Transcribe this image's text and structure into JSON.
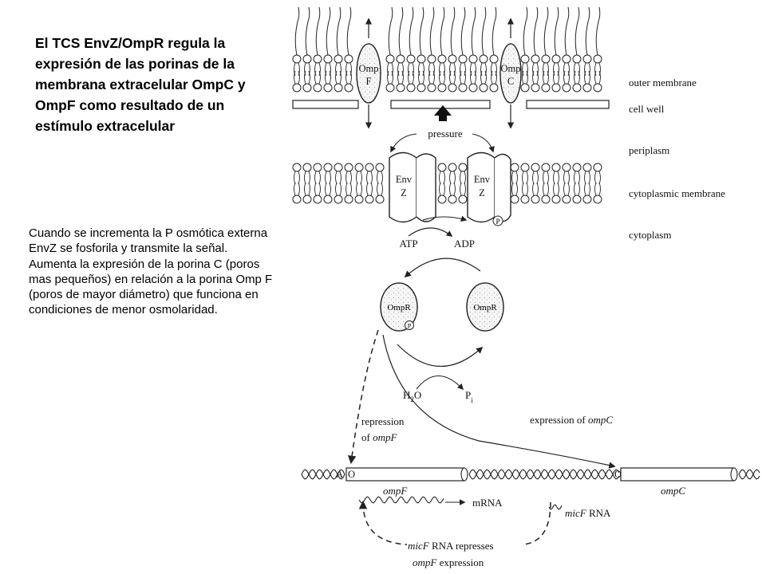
{
  "slide": {
    "title": "El TCS EnvZ/OmpR regula la expresión de las porinas de la membrana extracelular OmpC y OmpF como resultado de un estímulo extracelular",
    "body": "Cuando se incrementa la P osmótica externa EnvZ se fosforila y transmite la señal. Aumenta la expresión de la porina C (poros mas pequeños) en relación a la porina Omp F (poros de mayor diámetro) que funciona en condiciones de menor osmolaridad."
  },
  "diagram": {
    "layers": {
      "outer": "outer membrane",
      "wall": "cell well",
      "periplasm": "periplasm",
      "cytomem": "cytoplasmic membrane",
      "cytoplasm": "cytoplasm"
    },
    "porin_f": {
      "line1": "Omp",
      "line2": "F"
    },
    "porin_c": {
      "line1": "Omp",
      "line2": "C"
    },
    "pressure": "pressure",
    "envz1": {
      "line1": "Env",
      "line2": "Z"
    },
    "envz2": {
      "line1": "Env",
      "line2": "Z"
    },
    "phospho": "P",
    "atp": "ATP",
    "adp": "ADP",
    "ompr": "OmpR",
    "water": "H",
    "water_sub": "2",
    "water_o": "O",
    "pi": "P",
    "pi_sub": "i",
    "repression": {
      "line1": "repression",
      "line2": "of ",
      "gene": "ompF"
    },
    "expression": {
      "prefix": "expression of ",
      "gene": "ompC"
    },
    "dna": {
      "a": "A",
      "o": "O",
      "ompf": "ompF",
      "ompc": "ompC"
    },
    "mrna": "mRNA",
    "micf": {
      "gene": "micF",
      "rna": " RNA"
    },
    "micf_note": {
      "gene": "micF",
      "line1": " RNA represses",
      "gene2": "ompF",
      "line2": " expression"
    }
  }
}
